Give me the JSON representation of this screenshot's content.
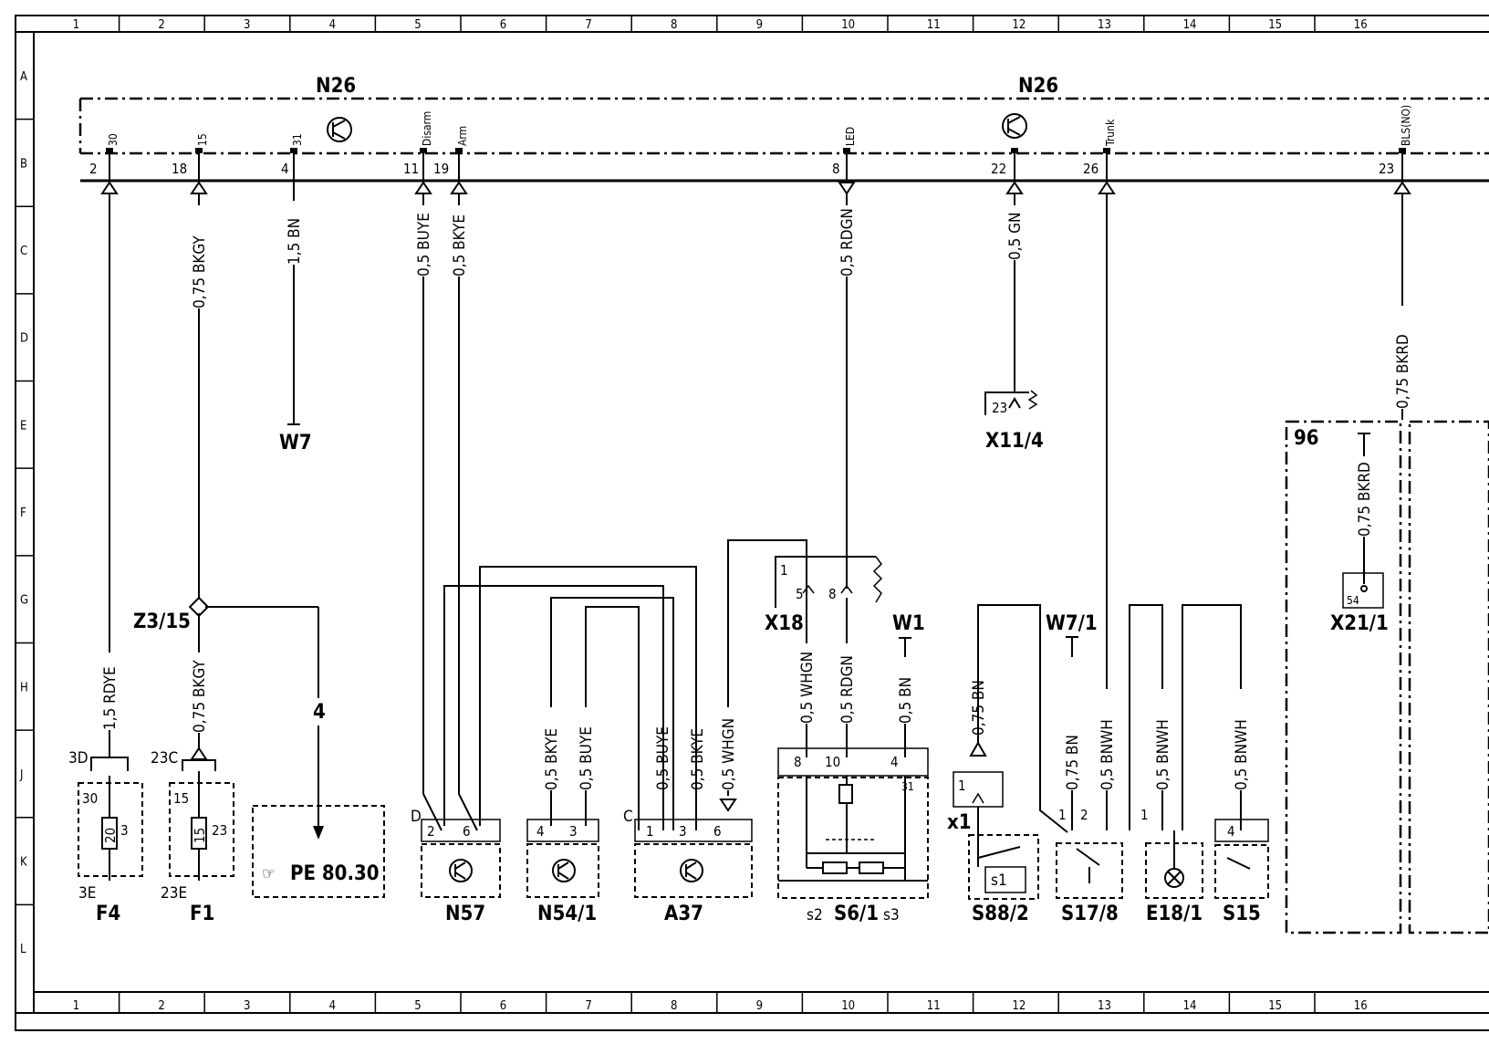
{
  "grid": {
    "columns": [
      "1",
      "2",
      "3",
      "4",
      "5",
      "6",
      "7",
      "8",
      "9",
      "10",
      "11",
      "12",
      "13",
      "14",
      "15",
      "16"
    ],
    "rows": [
      "A",
      "B",
      "C",
      "D",
      "E",
      "F",
      "G",
      "H",
      "J",
      "K",
      "L"
    ]
  },
  "module": {
    "name_left": "N26",
    "name_right": "N26"
  },
  "connector_labels": [
    "30",
    "15",
    "31",
    "Disarm",
    "Arm",
    "LED",
    "Trunk",
    "BLS(NO)"
  ],
  "pin_numbers": [
    "2",
    "18",
    "4",
    "11",
    "19",
    "8",
    "22",
    "26",
    "23"
  ],
  "wires": {
    "c1": "1,5 RDYE",
    "c2_top": "0,75 BKGY",
    "c2_bottom": "0,75 BKGY",
    "c3": "1,5 BN",
    "c5": "0,5 BUYE",
    "c6": "0,5 BKYE",
    "c10": "0,5 RDGN",
    "c12": "0,5 GN",
    "c16": "0,75 BKRD",
    "c16b": "0,75 BKRD",
    "n54_a": "0,5 BKYE",
    "n54_b": "0,5 BUYE",
    "a37_a": "0,5 BUYE",
    "a37_b": "0,5 BKYE",
    "a37_c": "0,5 WHGN",
    "s6_a": "0,5 WHGN",
    "s6_b": "0,5 RDGN",
    "s6_c": "0,5 BN",
    "s88": "0,75 BN",
    "s17_a": "0,75 BN",
    "s17_b": "0,5 BNWH",
    "e18": "0,5 BNWH",
    "s15": "0,5 BNWH"
  },
  "components": {
    "w7": "W7",
    "x11_4": "X11/4",
    "x11_pin": "23",
    "f4": "F4",
    "f4_3d": "3D",
    "f4_3e": "3E",
    "f4_30": "30",
    "f4_20": "20",
    "f4_3": "3",
    "f1": "F1",
    "f1_23c": "23C",
    "f1_23e": "23E",
    "f1_15": "15",
    "f1_15b": "15",
    "f1_23": "23",
    "z3_15": "Z3/15",
    "ref_num": "4",
    "ref_text": "PE 80.30",
    "n57": "N57",
    "n57_d": "D",
    "n57_2": "2",
    "n57_6": "6",
    "n54_1": "N54/1",
    "n54_4": "4",
    "n54_3": "3",
    "a37": "A37",
    "a37_c": "C",
    "a37_1": "1",
    "a37_3": "3",
    "a37_6": "6",
    "x18": "X18",
    "x18_1": "1",
    "x18_5": "5",
    "x18_8": "8",
    "w1": "W1",
    "s6_1": "S6/1",
    "s6_s2": "s2",
    "s6_s3": "s3",
    "s6_8": "8",
    "s6_10": "10",
    "s6_4": "4",
    "s6_31": "31",
    "x1": "x1",
    "x1_pin": "1",
    "s88_2": "S88/2",
    "s88_s1": "s1",
    "w7_1": "W7/1",
    "s17_8": "S17/8",
    "s17_1": "1",
    "s17_2": "2",
    "e18_1": "E18/1",
    "e18_pin": "1",
    "s15": "S15",
    "s15_4": "4",
    "x21_1": "X21/1",
    "x21_pin": "54",
    "box96": "96"
  }
}
